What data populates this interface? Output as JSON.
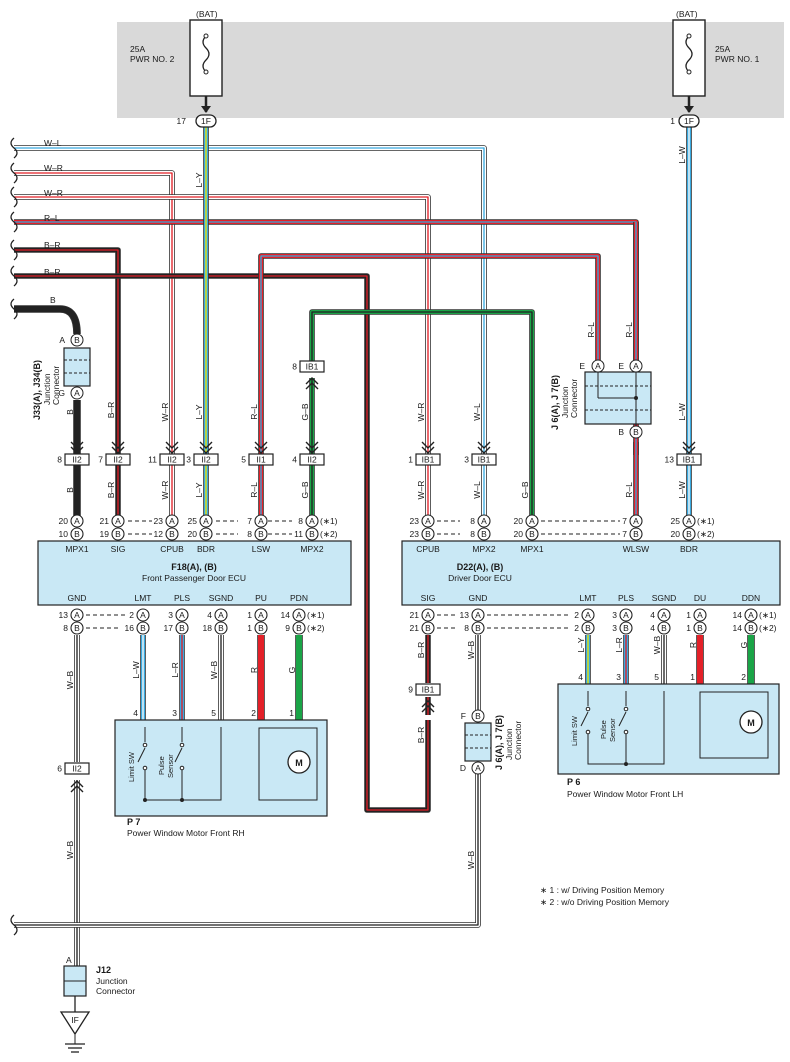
{
  "fuses": [
    {
      "id": "fuse-pwr2",
      "bat": "(BAT)",
      "amp": "25A",
      "name": "PWR NO. 2",
      "pin": "17",
      "conn": "1F"
    },
    {
      "id": "fuse-pwr1",
      "bat": "(BAT)",
      "amp": "25A",
      "name": "PWR NO. 1",
      "pin": "1",
      "conn": "1F"
    }
  ],
  "left_wires": [
    "W–L",
    "W–R",
    "W–R",
    "R–L",
    "B–R",
    "B–R",
    "B"
  ],
  "wire_labels": {
    "ly": "L–Y",
    "lw": "L–W",
    "rl": "R–L",
    "wr": "W–R",
    "wl": "W–L",
    "gb": "G–B",
    "br": "B–R",
    "b": "B",
    "wb": "W–B",
    "r": "R",
    "g": "G",
    "lr": "L–R"
  },
  "jconn_left": {
    "name": "J33(A), J34(B)",
    "sub1": "Junction",
    "sub2": "Connector",
    "pinA": "A",
    "pinB": "B",
    "pinG": "G"
  },
  "jconn_right": {
    "name": "J 6(A), J 7(B)",
    "sub1": "Junction",
    "sub2": "Connector",
    "pinE": "E",
    "pinA": "A",
    "pinB": "B"
  },
  "jconn_mid": {
    "name": "J 6(A), J 7(B)",
    "sub1": "Junction",
    "sub2": "Connector",
    "pinF": "F",
    "pinB": "B",
    "pinD": "D",
    "pinA": "A"
  },
  "ii2_row": [
    {
      "pin": "8",
      "conn": "II2"
    },
    {
      "pin": "7",
      "conn": "II2"
    },
    {
      "pin": "11",
      "conn": "II2"
    },
    {
      "pin": "3",
      "conn": "II2"
    },
    {
      "pin": "5",
      "conn": "II1"
    },
    {
      "pin": "4",
      "conn": "II2"
    }
  ],
  "ib1_row": [
    {
      "pin": "1",
      "conn": "IB1"
    },
    {
      "pin": "3",
      "conn": "IB1"
    },
    {
      "pin": "13",
      "conn": "IB1"
    }
  ],
  "ib1_top": {
    "pin": "8",
    "conn": "IB1"
  },
  "ib1_low": {
    "pin": "9",
    "conn": "IB1"
  },
  "ii2_low": {
    "pin": "6",
    "conn": "II2"
  },
  "ecu_f18": {
    "title": "F18(A), (B)",
    "subtitle": "Front Passenger Door ECU",
    "top_labels": [
      "MPX1",
      "SIG",
      "CPUB",
      "BDR",
      "LSW",
      "MPX2"
    ],
    "top_pins_a": [
      "20",
      "21",
      "23",
      "25",
      "7",
      "8"
    ],
    "top_pins_b": [
      "10",
      "19",
      "12",
      "20",
      "8",
      "11"
    ],
    "bot_labels": [
      "GND",
      "LMT",
      "PLS",
      "SGND",
      "PU",
      "PDN"
    ],
    "bot_pins_a": [
      "13",
      "2",
      "3",
      "4",
      "1",
      "14"
    ],
    "bot_pins_b": [
      "8",
      "16",
      "17",
      "18",
      "1",
      "9"
    ]
  },
  "ecu_d22": {
    "title": "D22(A), (B)",
    "subtitle": "Driver Door ECU",
    "top_labels": [
      "CPUB",
      "MPX2",
      "MPX1",
      "WLSW",
      "BDR"
    ],
    "top_pins_a": [
      "23",
      "8",
      "20",
      "7",
      "25"
    ],
    "top_pins_b": [
      "23",
      "8",
      "20",
      "7",
      "20"
    ],
    "bot_labels": [
      "SIG",
      "GND",
      "LMT",
      "PLS",
      "SGND",
      "DU",
      "DDN"
    ],
    "bot_pins_a": [
      "21",
      "13",
      "2",
      "3",
      "4",
      "1",
      "14"
    ],
    "bot_pins_b": [
      "21",
      "8",
      "2",
      "3",
      "4",
      "1",
      "14"
    ]
  },
  "pin_letters": {
    "a": "A",
    "b": "B"
  },
  "notes": {
    "n1": "(∗1)",
    "n2": "(∗2)",
    "foot1": "∗ 1 : w/ Driving Position Memory",
    "foot2": "∗ 2 : w/o Driving Position Memory"
  },
  "motor_rh": {
    "code": "P 7",
    "name": "Power Window Motor Front RH",
    "pins": [
      "4",
      "3",
      "5",
      "2",
      "1"
    ],
    "limit": "Limit SW",
    "pulse1": "Pulse",
    "pulse2": "Sensor",
    "m": "M"
  },
  "motor_lh": {
    "code": "P 6",
    "name": "Power Window Motor Front LH",
    "pins": [
      "4",
      "3",
      "5",
      "1",
      "2"
    ],
    "limit": "Limit SW",
    "pulse1": "Pulse",
    "pulse2": "Sensor",
    "m": "M"
  },
  "j12": {
    "code": "J12",
    "sub1": "Junction",
    "sub2": "Connector",
    "pin": "A",
    "ground": "IF"
  },
  "colors": {
    "blue_box": "#c9e8f5",
    "gray_area": "#d9d9d9",
    "red": "#e32028",
    "green": "#1aa447",
    "cyan": "#39a9df",
    "yellow": "#f2e600"
  }
}
